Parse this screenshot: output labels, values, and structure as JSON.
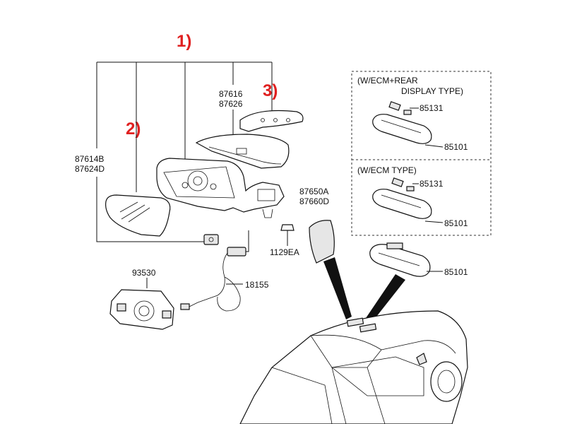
{
  "callouts": {
    "c1": "1)",
    "c2": "2)",
    "c3": "3)"
  },
  "part_numbers": {
    "cover_a": "87616",
    "cover_b": "87626",
    "mirror_assy_a": "87614B",
    "mirror_assy_b": "87624D",
    "stop_a": "87650A",
    "stop_b": "87660D",
    "screw": "1129EA",
    "wiring": "18155",
    "switch": "93530",
    "lamp_1": "85131",
    "mirror_1": "85101",
    "lamp_2": "85131",
    "mirror_2": "85101",
    "mirror_3": "85101"
  },
  "boxes": {
    "box1_line1": "(W/ECM+REAR",
    "box1_line2": "DISPLAY TYPE)",
    "box2_line1": "(W/ECM TYPE)"
  },
  "colors": {
    "callout": "#e02020",
    "line": "#111111"
  }
}
